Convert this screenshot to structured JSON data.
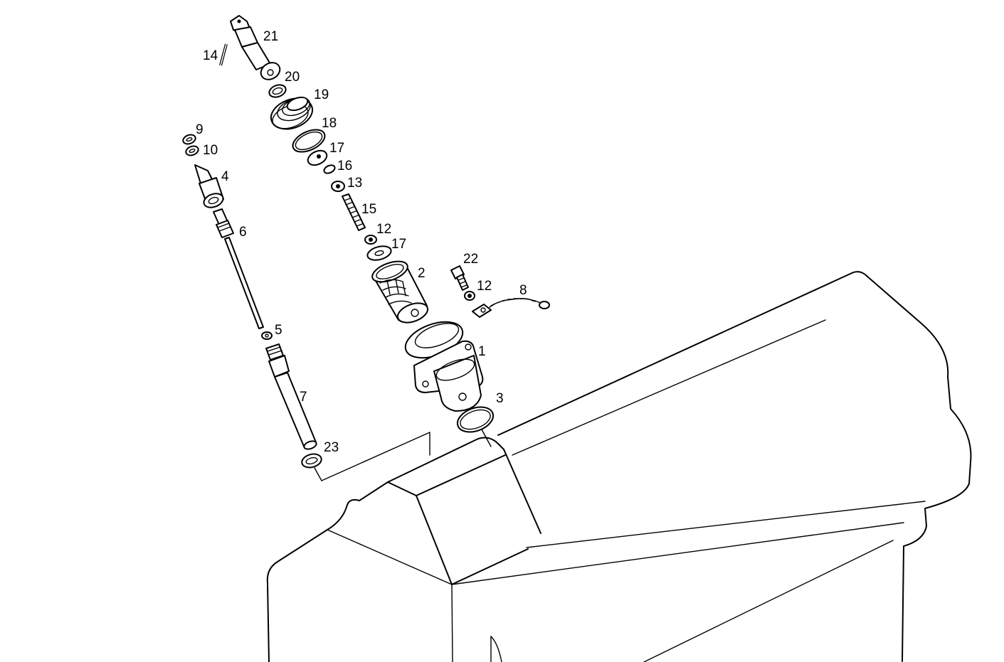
{
  "diagram": {
    "callouts": [
      {
        "id": "c1",
        "text": "1"
      },
      {
        "id": "c2",
        "text": "2"
      },
      {
        "id": "c3",
        "text": "3"
      },
      {
        "id": "c4",
        "text": "4"
      },
      {
        "id": "c5",
        "text": "5"
      },
      {
        "id": "c6",
        "text": "6"
      },
      {
        "id": "c7",
        "text": "7"
      },
      {
        "id": "c8",
        "text": "8"
      },
      {
        "id": "c9",
        "text": "9"
      },
      {
        "id": "c10",
        "text": "10"
      },
      {
        "id": "c12a",
        "text": "12"
      },
      {
        "id": "c12b",
        "text": "12"
      },
      {
        "id": "c13",
        "text": "13"
      },
      {
        "id": "c14",
        "text": "14"
      },
      {
        "id": "c15",
        "text": "15"
      },
      {
        "id": "c16",
        "text": "16"
      },
      {
        "id": "c17a",
        "text": "17"
      },
      {
        "id": "c17b",
        "text": "17"
      },
      {
        "id": "c18",
        "text": "18"
      },
      {
        "id": "c19",
        "text": "19"
      },
      {
        "id": "c20",
        "text": "20"
      },
      {
        "id": "c21",
        "text": "21"
      },
      {
        "id": "c22",
        "text": "22"
      },
      {
        "id": "c23",
        "text": "23"
      }
    ]
  }
}
